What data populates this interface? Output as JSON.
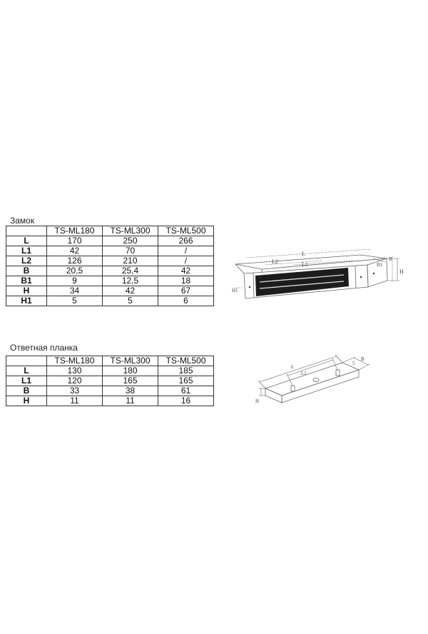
{
  "lock": {
    "title": "Замок",
    "models": [
      "TS-ML180",
      "TS-ML300",
      "TS-ML500"
    ],
    "rows": [
      {
        "label": "L",
        "values": [
          "170",
          "250",
          "266"
        ]
      },
      {
        "label": "L1",
        "values": [
          "42",
          "70",
          "/"
        ]
      },
      {
        "label": "L2",
        "values": [
          "126",
          "210",
          "/"
        ]
      },
      {
        "label": "B",
        "values": [
          "20,5",
          "25,4",
          "42"
        ]
      },
      {
        "label": "B1",
        "values": [
          "9",
          "12,5",
          "18"
        ]
      },
      {
        "label": "H",
        "values": [
          "34",
          "42",
          "67"
        ]
      },
      {
        "label": "H1",
        "values": [
          "5",
          "5",
          "6"
        ]
      }
    ],
    "drawing_labels": {
      "L": "L",
      "L1": "L1",
      "L2": "L2",
      "B": "B",
      "B1": "B1",
      "H": "H",
      "H1": "H1"
    }
  },
  "plate": {
    "title": "Ответная планка",
    "models": [
      "TS-ML180",
      "TS-ML300",
      "TS-ML500"
    ],
    "rows": [
      {
        "label": "L",
        "values": [
          "130",
          "180",
          "185"
        ]
      },
      {
        "label": "L1",
        "values": [
          "120",
          "165",
          "165"
        ]
      },
      {
        "label": "B",
        "values": [
          "33",
          "38",
          "61"
        ]
      },
      {
        "label": "H",
        "values": [
          "11",
          "11",
          "16"
        ]
      }
    ],
    "drawing_labels": {
      "L": "L",
      "L1": "L1",
      "B": "B",
      "five": "5",
      "H": "H"
    }
  }
}
